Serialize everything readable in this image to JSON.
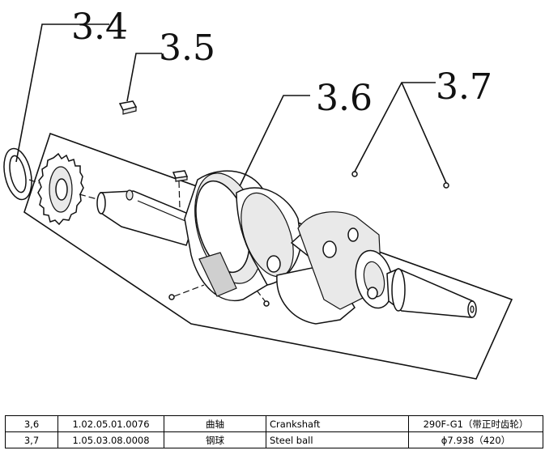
{
  "callouts": {
    "c34": "3.4",
    "c35": "3.5",
    "c36": "3.6",
    "c37": "3.7"
  },
  "table": {
    "rows": [
      {
        "no": "3,6",
        "code": "1.02.05.01.0076",
        "name_cn": "曲轴",
        "name_en": "Crankshaft",
        "spec": "290F-G1（带正时齿轮）"
      },
      {
        "no": "3,7",
        "code": "1.05.03.08.0008",
        "name_cn": "钢球",
        "name_en": "Steel ball",
        "spec": "ϕ7.938（420）"
      }
    ]
  }
}
